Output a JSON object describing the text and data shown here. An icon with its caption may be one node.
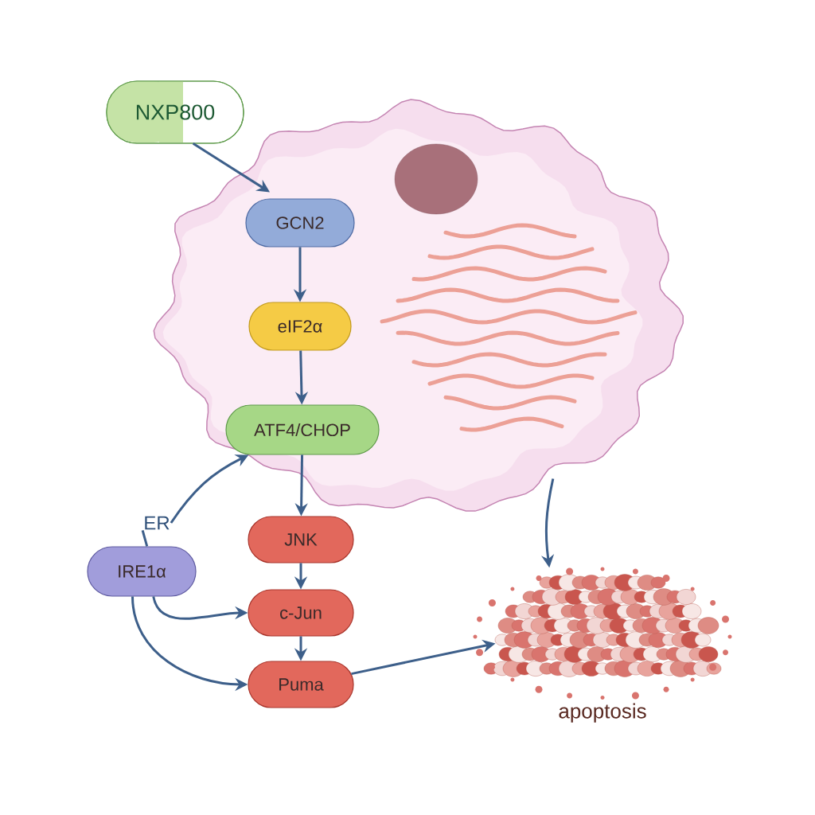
{
  "diagram": {
    "nodes": [
      {
        "text": [],
        "shape": "picture"
      },
      {
        "text": [
          "NXP800"
        ]
      },
      {
        "text": [
          "GCN2"
        ],
        "in": 0
      },
      {
        "text": [
          "eIF2α"
        ],
        "in": 0
      },
      {
        "text": [
          "ATF4/CHOP"
        ],
        "in": 0
      },
      {
        "text": [
          "ER"
        ]
      },
      {
        "text": [
          "IRE1α"
        ]
      },
      {
        "text": [
          "JNK"
        ]
      },
      {
        "text": [
          "c-Jun"
        ]
      },
      {
        "text": [
          "Puma"
        ]
      },
      {
        "text": [],
        "shape": "picture",
        "beside": [
          "apoptosis"
        ]
      }
    ],
    "edges": [
      {
        "from": 1,
        "to": 2,
        "arrow": "to"
      },
      {
        "from": 2,
        "to": 3,
        "arrow": "to"
      },
      {
        "from": 3,
        "to": 4,
        "arrow": "to"
      },
      {
        "from": 4,
        "to": 7,
        "arrow": "to"
      },
      {
        "from": 7,
        "to": 8,
        "arrow": "to"
      },
      {
        "from": 8,
        "to": 9,
        "arrow": "to"
      },
      {
        "from": 5,
        "to": 6,
        "arrow": "none"
      },
      {
        "from": 5,
        "to": 4,
        "arrow": "to"
      },
      {
        "from": 6,
        "to": 8,
        "arrow": "to"
      },
      {
        "from": 6,
        "to": 9,
        "arrow": "to"
      },
      {
        "from": 9,
        "to": 10,
        "arrow": "to"
      },
      {
        "from": 0,
        "to": 10,
        "arrow": "to"
      }
    ]
  }
}
